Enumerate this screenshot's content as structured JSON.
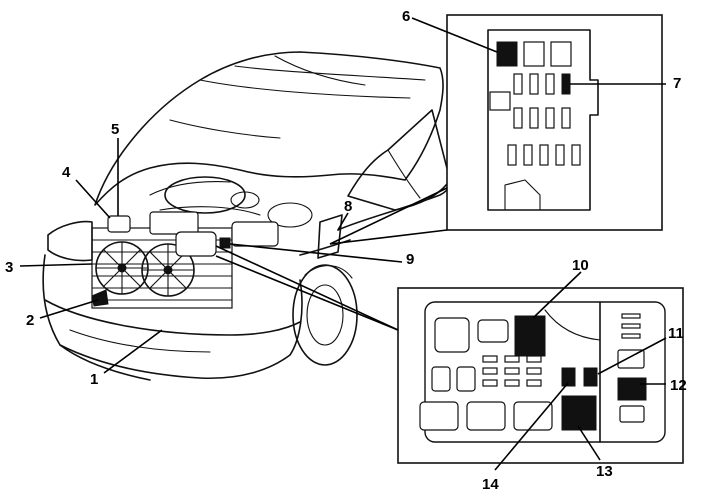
{
  "callouts": [
    {
      "id": "1",
      "label": "1"
    },
    {
      "id": "2",
      "label": "2"
    },
    {
      "id": "3",
      "label": "3"
    },
    {
      "id": "4",
      "label": "4"
    },
    {
      "id": "5",
      "label": "5"
    },
    {
      "id": "6",
      "label": "6"
    },
    {
      "id": "7",
      "label": "7"
    },
    {
      "id": "8",
      "label": "8"
    },
    {
      "id": "9",
      "label": "9"
    },
    {
      "id": "10",
      "label": "10"
    },
    {
      "id": "11",
      "label": "11"
    },
    {
      "id": "12",
      "label": "12"
    },
    {
      "id": "13",
      "label": "13"
    },
    {
      "id": "14",
      "label": "14"
    }
  ],
  "colors": {
    "ink": "#111111",
    "paper": "#ffffff",
    "highlight": "#111111"
  }
}
